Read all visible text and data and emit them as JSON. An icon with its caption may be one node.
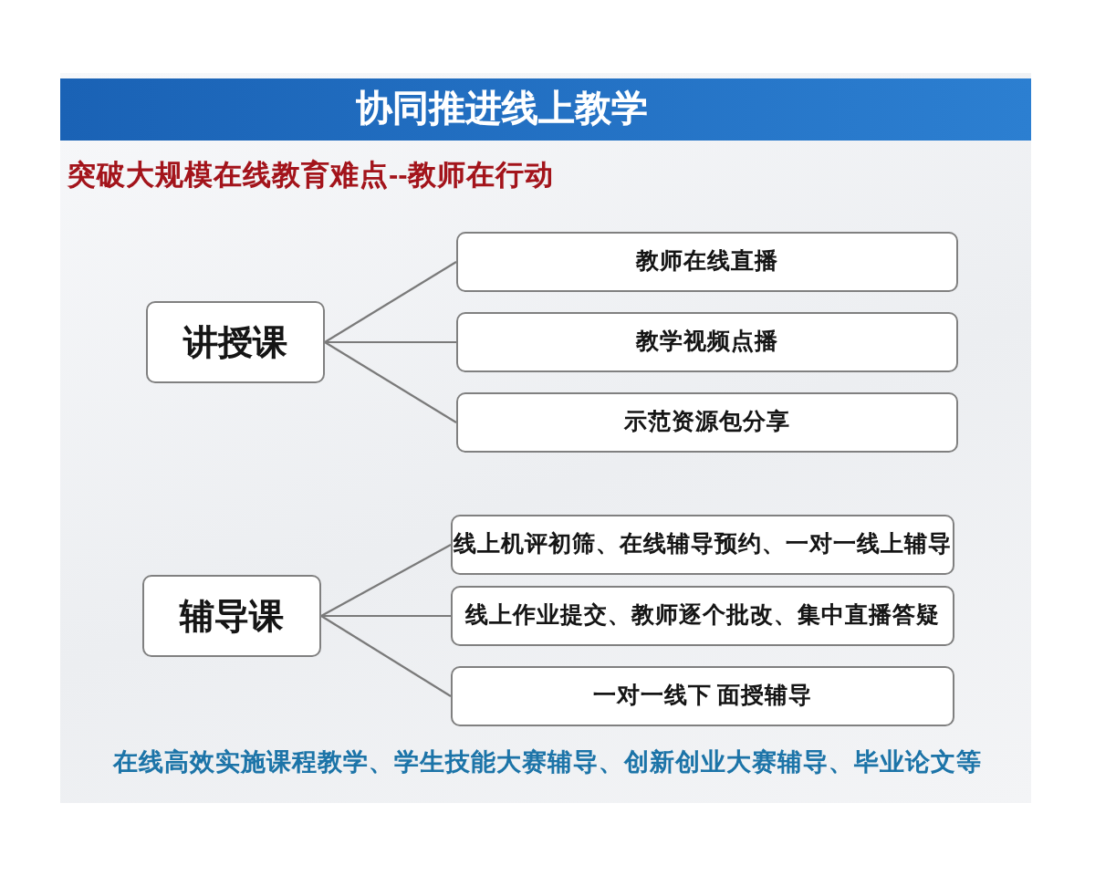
{
  "diagram": {
    "title": "协同推进线上教学",
    "nodes": [
      {
        "text": [
          "讲授课"
        ]
      },
      {
        "text": [
          "教师在线直播"
        ]
      },
      {
        "text": [
          "教学视频点播"
        ]
      },
      {
        "text": [
          "示范资源包分享"
        ]
      },
      {
        "text": [
          "辅导课"
        ]
      },
      {
        "text": [
          "线上机评初筛、在线辅导预约、一对一线上辅导"
        ]
      },
      {
        "text": [
          "线上作业提交、教师逐个批改、集中直播答疑"
        ]
      },
      {
        "text": [
          "一对一线下 面授辅导"
        ]
      }
    ],
    "edges": [
      {
        "from": 0,
        "to": 1,
        "arrow": "none"
      },
      {
        "from": 0,
        "to": 2,
        "arrow": "none"
      },
      {
        "from": 0,
        "to": 3,
        "arrow": "none"
      },
      {
        "from": 4,
        "to": 5,
        "arrow": "none"
      },
      {
        "from": 4,
        "to": 6,
        "arrow": "none"
      },
      {
        "from": 4,
        "to": 7,
        "arrow": "none"
      }
    ],
    "labels": [
      "突破大规模在线教育难点--教师在行动",
      "在线高效实施课程教学、学生技能大赛辅导、创新创业大赛辅导、毕业论文等"
    ]
  }
}
